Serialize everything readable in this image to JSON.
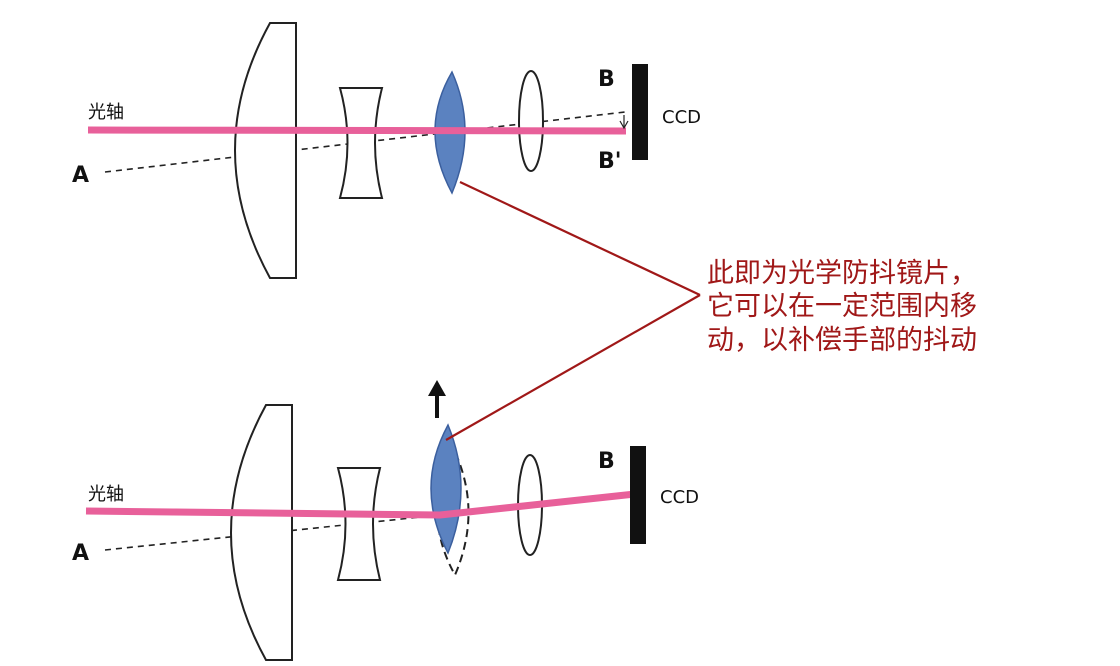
{
  "top": {
    "axis_label": "光轴",
    "point_a": "A",
    "point_b": "B",
    "point_b_prime": "B'",
    "sensor": "CCD"
  },
  "bottom": {
    "axis_label": "光轴",
    "point_a": "A",
    "point_b": "B",
    "sensor": "CCD"
  },
  "annotation": {
    "lines": [
      "此即为光学防抖镜片，",
      "它可以在一定范围内移",
      "动，以补偿手部的抖动"
    ],
    "color": "#a01818"
  },
  "colors": {
    "optical_axis": "#e8609a",
    "stabilizer_lens": "#5b82c0",
    "leader_line": "#a01818"
  }
}
